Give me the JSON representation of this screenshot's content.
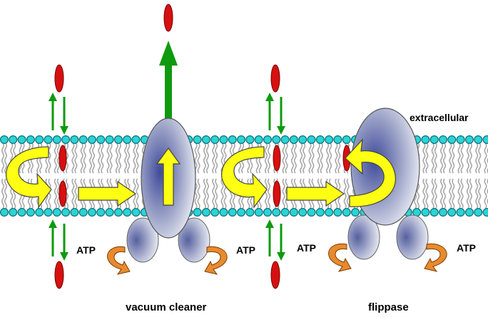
{
  "labels": {
    "extracellular": "extracellular",
    "vacuum_cleaner": "vacuum cleaner",
    "flippase": "flippase",
    "atp": "ATP"
  },
  "colors": {
    "head_group": "#2bd4d4",
    "head_outline": "#0f6f7f",
    "lipid_tail": "#a8a8a8",
    "substrate": "#d61010",
    "arrow_green": "#0e9a0e",
    "arrow_yellow": "#ffff14",
    "arrow_orange": "#e88a2e",
    "transporter_dark": "#3f4a9a",
    "transporter_light": "#eef0f6"
  },
  "icons": [
    "lipid-bilayer",
    "substrate-ellipse",
    "transporter-protein",
    "nbd-domain",
    "flip-arrow",
    "translocate-arrow",
    "atp-arrow"
  ]
}
